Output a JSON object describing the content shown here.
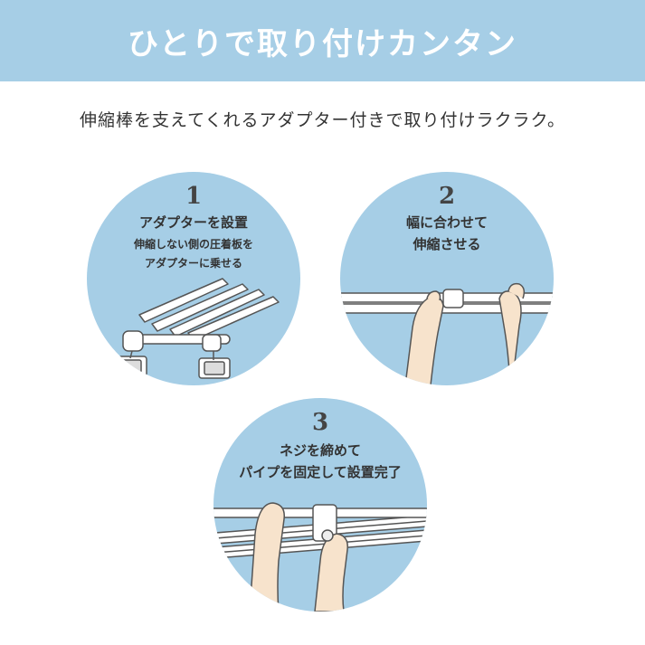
{
  "banner": {
    "title": "ひとりで取り付けカンタン"
  },
  "subtitle": "伸縮棒を支えてくれるアダプター付きで取り付けラクラク。",
  "steps": [
    {
      "num": "1",
      "title_lines": [
        "アダプターを設置"
      ],
      "desc_lines": [
        "伸縮しない側の圧着板を",
        "アダプターに乗せる"
      ]
    },
    {
      "num": "2",
      "title_lines": [
        "幅に合わせて",
        "伸縮させる"
      ],
      "desc_lines": []
    },
    {
      "num": "3",
      "title_lines": [
        "ネジを締めて",
        "パイプを固定して設置完了"
      ],
      "desc_lines": []
    }
  ],
  "colors": {
    "banner": "#a6cee6",
    "circle": "#a6cee6",
    "text": "#333333",
    "pipe": "#ffffff",
    "outline": "#555555",
    "skin": "#f7e3cc"
  }
}
